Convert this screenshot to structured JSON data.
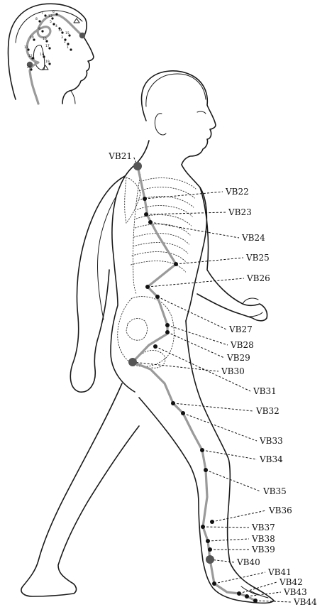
{
  "palette": {
    "meridian": "#9a9a9a",
    "ink": "#1a1a1a",
    "point": "#111111",
    "major_point": "#555555"
  },
  "points": [
    {
      "code": "VB21",
      "size": "large"
    },
    {
      "code": "VB22",
      "size": "small"
    },
    {
      "code": "VB23",
      "size": "small"
    },
    {
      "code": "VB24",
      "size": "small"
    },
    {
      "code": "VB25",
      "size": "small"
    },
    {
      "code": "VB26",
      "size": "small"
    },
    {
      "code": "VB27",
      "size": "small"
    },
    {
      "code": "VB28",
      "size": "small"
    },
    {
      "code": "VB29",
      "size": "small"
    },
    {
      "code": "VB30",
      "size": "large"
    },
    {
      "code": "VB31",
      "size": "small"
    },
    {
      "code": "VB32",
      "size": "small"
    },
    {
      "code": "VB33",
      "size": "small"
    },
    {
      "code": "VB34",
      "size": "small"
    },
    {
      "code": "VB35",
      "size": "small"
    },
    {
      "code": "VB36",
      "size": "small"
    },
    {
      "code": "VB37",
      "size": "small"
    },
    {
      "code": "VB38",
      "size": "small"
    },
    {
      "code": "VB39",
      "size": "small"
    },
    {
      "code": "VB40",
      "size": "large"
    },
    {
      "code": "VB41",
      "size": "small"
    },
    {
      "code": "VB42",
      "size": "small"
    },
    {
      "code": "VB43",
      "size": "small"
    },
    {
      "code": "VB44",
      "size": "small"
    }
  ],
  "head_inset": {
    "point_numbers": [
      "1",
      "2",
      "3",
      "4",
      "5",
      "6",
      "7",
      "8",
      "9",
      "10",
      "11",
      "12",
      "13",
      "14",
      "15",
      "16",
      "17",
      "18",
      "19",
      "20"
    ]
  }
}
